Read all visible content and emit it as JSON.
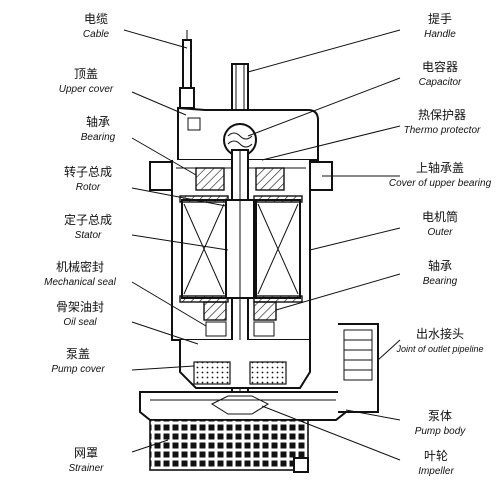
{
  "left_labels": [
    {
      "cn": "电缆",
      "en": "Cable"
    },
    {
      "cn": "顶盖",
      "en": "Upper cover"
    },
    {
      "cn": "轴承",
      "en": "Bearing"
    },
    {
      "cn": "转子总成",
      "en": "Rotor"
    },
    {
      "cn": "定子总成",
      "en": "Stator"
    },
    {
      "cn": "机械密封",
      "en": "Mechanical seal"
    },
    {
      "cn": "骨架油封",
      "en": "Oil seal"
    },
    {
      "cn": "泵盖",
      "en": "Pump cover"
    },
    {
      "cn": "网罩",
      "en": "Strainer"
    }
  ],
  "right_labels": [
    {
      "cn": "提手",
      "en": "Handle"
    },
    {
      "cn": "电容器",
      "en": "Capacitor"
    },
    {
      "cn": "热保护器",
      "en": "Thermo protector"
    },
    {
      "cn": "上轴承盖",
      "en": "Cover of upper bearing"
    },
    {
      "cn": "电机筒",
      "en": "Outer"
    },
    {
      "cn": "轴承",
      "en": "Bearing"
    },
    {
      "cn": "出水接头",
      "en": "Joint of outlet pipeline"
    },
    {
      "cn": "泵体",
      "en": "Pump body"
    },
    {
      "cn": "叶轮",
      "en": "Impeller"
    }
  ]
}
